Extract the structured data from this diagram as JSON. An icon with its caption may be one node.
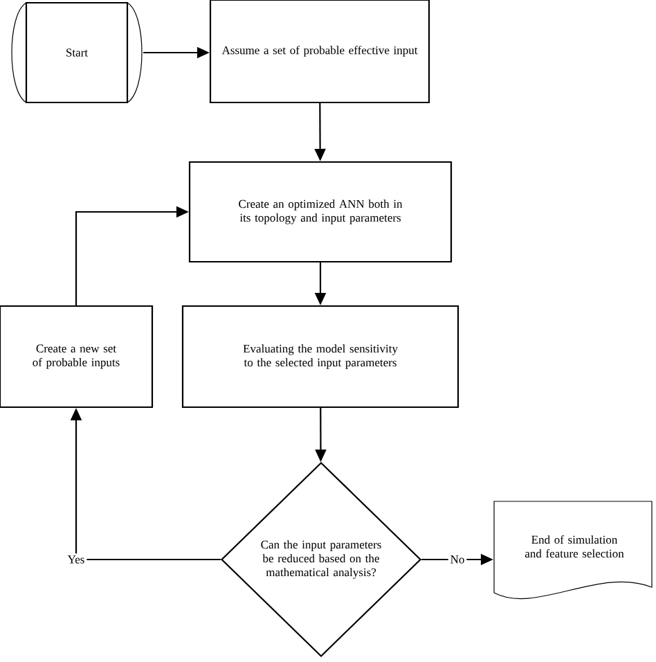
{
  "diagram": {
    "nodes": [
      {
        "text": [
          "Start"
        ]
      },
      {
        "text": [
          "Assume a set of probable effective input"
        ]
      },
      {
        "text": [
          "Create an optimized ANN both in its topology and input parameters"
        ]
      },
      {
        "text": [
          "Create a new set of probable inputs"
        ]
      },
      {
        "text": [
          "Evaluating the model sensitivity to the selected input parameters"
        ]
      },
      {
        "text": [
          "Can the input parameters be reduced based on the mathematical analysis?"
        ]
      },
      {
        "text": [
          "End of simulation and feature selection"
        ]
      }
    ],
    "edges": [
      {
        "from": 0,
        "to": 1,
        "arrow": "to"
      },
      {
        "from": 1,
        "to": 2,
        "arrow": "to"
      },
      {
        "from": 2,
        "to": 4,
        "arrow": "to"
      },
      {
        "from": 4,
        "to": 5,
        "arrow": "to"
      },
      {
        "from": 5,
        "to": 3,
        "arrow": "to",
        "label": "Yes"
      },
      {
        "from": 5,
        "to": 6,
        "arrow": "to",
        "label": "No"
      },
      {
        "from": 3,
        "to": 2,
        "arrow": "to"
      }
    ]
  }
}
